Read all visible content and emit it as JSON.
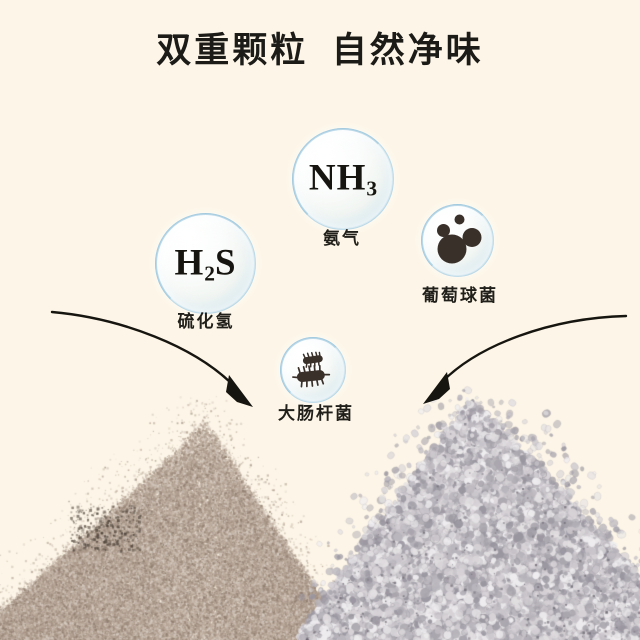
{
  "background_color": "#fdf6e8",
  "title": "双重颗粒  自然净味",
  "bubbles": [
    {
      "id": "nh3",
      "icon": "bubble-icon",
      "formula_main": "NH",
      "formula_sub": "3",
      "label": "氨气",
      "rim_color": "#a6d0e4",
      "fill_color": "#ffffff"
    },
    {
      "id": "h2s",
      "icon": "bubble-icon",
      "formula_main_a": "H",
      "formula_sub": "2",
      "formula_main_b": "S",
      "label": "硫化氢",
      "rim_color": "#a6d0e4",
      "fill_color": "#ffffff"
    },
    {
      "id": "staph",
      "icon": "staphylococcus-icon",
      "label": "葡萄球菌",
      "rim_color": "#a6d0e4",
      "microbe_color": "#3a302a"
    },
    {
      "id": "ecoli",
      "icon": "ecoli-bacteria-icon",
      "label": "大肠杆菌",
      "rim_color": "#a6d0e4",
      "microbe_color": "#3a302a"
    }
  ],
  "arrows": [
    {
      "id": "left-arrow",
      "from": "硫化氢",
      "to": "大肠杆菌",
      "color": "#17150f"
    },
    {
      "id": "right-arrow",
      "from": "葡萄球菌",
      "to": "大肠杆菌",
      "color": "#17150f"
    }
  ],
  "piles": [
    {
      "id": "left-pile",
      "color": "#b9a99c",
      "description": "fine granule cone"
    },
    {
      "id": "right-pile",
      "color": "#b3b0b5",
      "description": "coarse granule cone"
    }
  ]
}
